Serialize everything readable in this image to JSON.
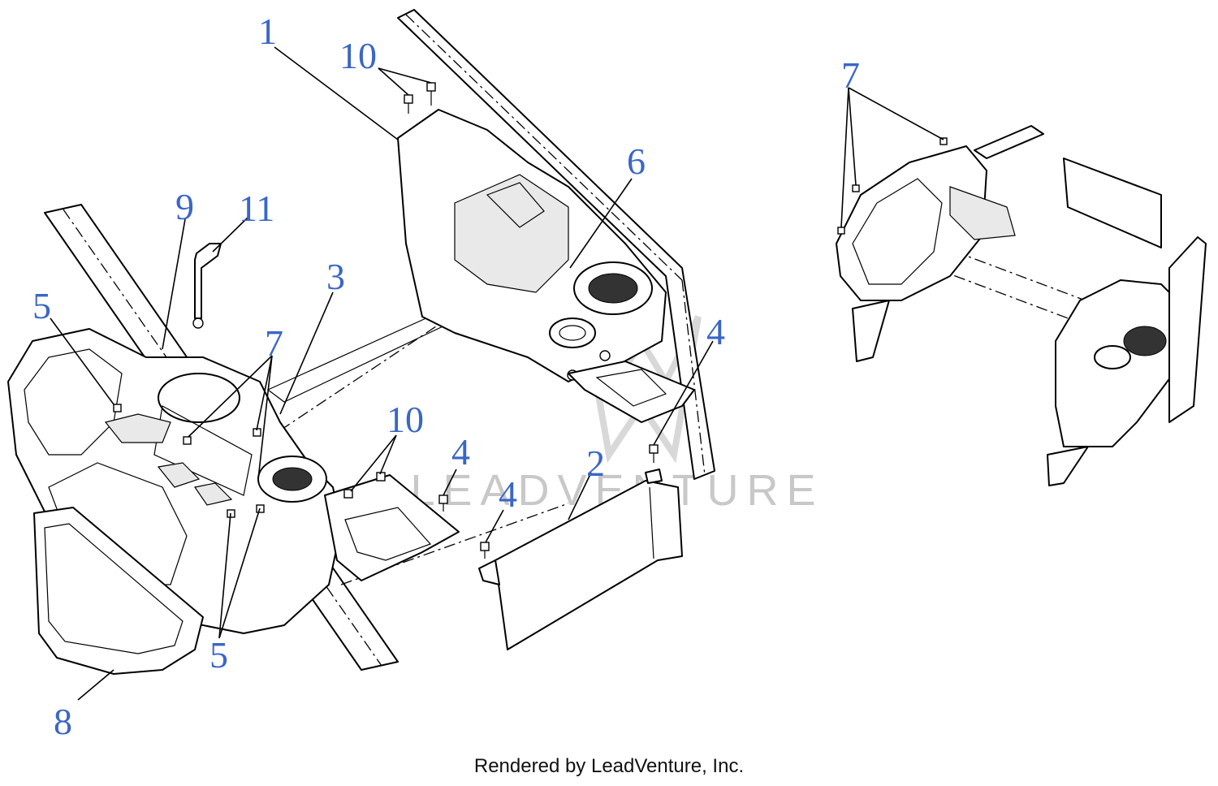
{
  "footer": {
    "credit": "Rendered by LeadVenture, Inc."
  },
  "watermark": {
    "text": "LEADVENTURE",
    "color": "#c8c8c8"
  },
  "callout_color": "#3a66c8",
  "callouts": [
    {
      "id": "c1",
      "label": "1"
    },
    {
      "id": "c10a",
      "label": "10"
    },
    {
      "id": "c6",
      "label": "6"
    },
    {
      "id": "c9",
      "label": "9"
    },
    {
      "id": "c11",
      "label": "11"
    },
    {
      "id": "c3",
      "label": "3"
    },
    {
      "id": "c5a",
      "label": "5"
    },
    {
      "id": "c7a",
      "label": "7"
    },
    {
      "id": "c10b",
      "label": "10"
    },
    {
      "id": "c4a",
      "label": "4"
    },
    {
      "id": "c4b",
      "label": "4"
    },
    {
      "id": "c4c",
      "label": "4"
    },
    {
      "id": "c2",
      "label": "2"
    },
    {
      "id": "c5b",
      "label": "5"
    },
    {
      "id": "c8",
      "label": "8"
    },
    {
      "id": "c7b",
      "label": "7"
    }
  ]
}
